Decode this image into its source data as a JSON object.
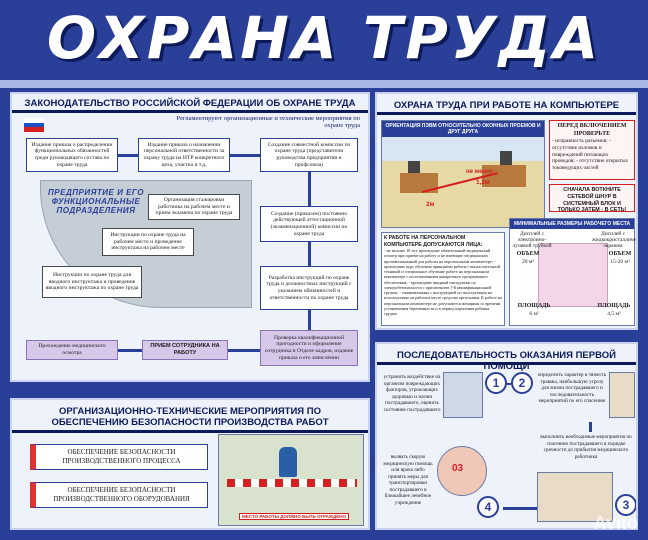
{
  "header": {
    "title": "ОХРАНА ТРУДА"
  },
  "law": {
    "title": "ЗАКОНОДАТЕЛЬСТВО РОССИЙСКОЙ ФЕДЕРАЦИИ ОБ ОХРАНЕ ТРУДА",
    "subtitle": "Регламентируют организационные и технические мероприятия по охране труда",
    "enterprise": "ПРЕДПРИЯТИЕ И ЕГО ФУНКЦИОНАЛЬНЫЕ ПОДРАЗДЕЛЕНИЯ",
    "boxes": {
      "b1": "Издание приказа о распределении функциональных обязанностей среди руководящего состава по охране труда",
      "b2": "Издание приказа о назначении персональной ответственности за охрану труда на ИТР конкретного цеха, участка и т.д.",
      "b3": "Создание совместной комиссии по охране труда (представители руководства предприятия и профсоюза)",
      "b4": "Организация стажировки работника на рабочем месте и прием экзамена по охране труда",
      "b5": "Инструкции по охране труда на рабочем месте и проведение инструктажа на рабочем месте",
      "b6": "Инструкции по охране труда для вводного инструктажа и проведение вводного инструктажа по охране труда",
      "b7": "Создание (приказом) постоянно действующей аттестационной (экзаменационной) комиссии по охране труда",
      "b8": "Разработка инструкций по охране труда и должностных инструкций с указанием обязанностей и ответственности по охране труда",
      "b9": "Проверка квалификационной пригодности и оформление сотрудника в Отделе кадров, издание приказа о его зачислении",
      "b10": "ПРИЕМ СОТРУДНИКА НА РАБОТУ",
      "b11": "Прохождение медицинского осмотра"
    }
  },
  "computer": {
    "title": "ОХРАНА ТРУДА ПРИ РАБОТЕ НА КОМПЬЮТЕРЕ",
    "orient_title": "ОРИЕНТАЦИЯ ПЭВМ ОТНОСИТЕЛЬНО ОКОННЫХ ПРОЕМОВ И ДРУГ ДРУГА",
    "dist_min": "не менее",
    "dist_1": "1,2м",
    "dist_2": "2м",
    "check_title": "ПЕРЕД ВКЛЮЧЕНИЕМ ПРОВЕРЬТЕ",
    "check_items": "- исправность разъемов; - отсутствие изломов и повреждений питающих проводов; - отсутствие открытых токоведущих частей",
    "plug_text": "СНАЧАЛА ВОТКНИТЕ СЕТЕВОЙ ШНУР В СИСТЕМНЫЙ БЛОК И ТОЛЬКО ЗАТЕМ - В СЕТЬ!",
    "admission_title": "К РАБОТЕ НА ПЕРСОНАЛЬНОМ КОМПЬЮТЕРЕ ДОПУСКАЮТСЯ ЛИЦА:",
    "admission_text": "- не моложе 18 лет, прошедшие обязательный медицинский осмотр при приеме на работу и не имеющие медицинских противопоказаний для работы на персональном компьютере; - прошедшие курс обучения принципам работы с вычислительной техникой и специальное обучение работе на персональном компьютере с использованием конкретного программного обеспечения; - прошедшие вводный инструктаж по электробезопасности с присвоением 1-й квалификационной группы; - ознакомленные с инструкцией по эксплуатации на используемые на рабочем месте средства оргтехники. К работе на персональном компьютере не допускаются женщины со времени установления беременности и в период кормления ребенка грудью.",
    "dims_title": "МИНИМАЛЬНЫЕ РАЗМЕРЫ РАБОЧЕГО МЕСТА",
    "lcd": "Дисплей с жидкокристаллическим экраном",
    "crt": "Дисплей с электронно-лучевой трубкой",
    "vol_label": "ОБЪЕМ",
    "vol_lcd": "20 м³",
    "vol_crt": "15-20 м³",
    "area_label": "ПЛОЩАДЬ",
    "area_lcd": "6 м²",
    "area_crt": "4,5 м²"
  },
  "safety": {
    "title": "ОРГАНИЗАЦИОННО-ТЕХНИЧЕСКИЕ МЕРОПРИЯТИЯ ПО ОБЕСПЕЧЕНИЮ БЕЗОПАСНОСТИ ПРОИЗВОДСТВА РАБОТ",
    "item1": "ОБЕСПЕЧЕНИЕ БЕЗОПАСНОСТИ ПРОИЗВОДСТВЕННОГО ПРОЦЕССА",
    "item2": "ОБЕСПЕЧЕНИЕ БЕЗОПАСНОСТИ ПРОИЗВОДСТВЕННОГО ОБОРУДОВАНИЯ",
    "sign": "МЕСТО РАБОТЫ ДОЛЖНО БЫТЬ ОГРАЖДЕНО"
  },
  "firstaid": {
    "title": "ПОСЛЕДОВАТЕЛЬНОСТЬ ОКАЗАНИЯ ПЕРВОЙ ПОМОЩИ",
    "s1": "устранить воздействие на организм повреждающих факторов, угрожающих здоровью и жизни пострадавшего, оценить состояние пострадавшего",
    "s2": "определить характер и тяжесть травмы, наибольшую угрозу для жизни пострадавшего и последовательность мероприятий по его спасению",
    "s3": "выполнить необходимые мероприятия по спасению пострадавшего в порядке срочности до прибытия медицинского работника",
    "s4": "вызвать скорую медицинскую помощь или врача либо принять меры для транспортировки пострадавшего в ближайшее лечебное учреждение",
    "n1": "1",
    "n2": "2",
    "n3": "3",
    "n4": "4",
    "ambulance": "03"
  },
  "watermark": "Avito"
}
